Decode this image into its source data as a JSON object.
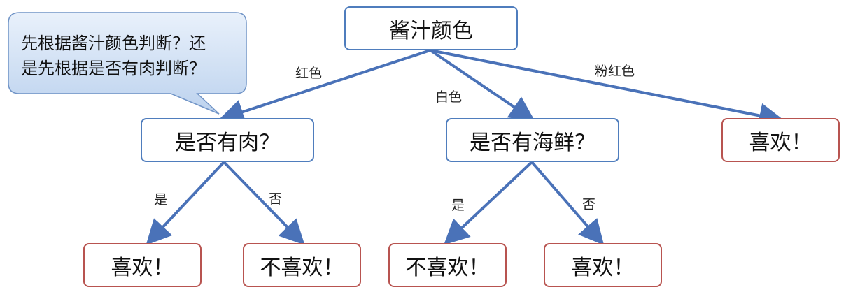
{
  "colors": {
    "decision_border": "#4f7dbd",
    "leaf_border": "#b85450",
    "edge": "#4a72b8",
    "bubble_fill_top": "#e9f1fb",
    "bubble_fill_bottom": "#bcd2ee",
    "bubble_border": "#6f93c6"
  },
  "callout": {
    "line1": "先根据酱汁颜色判断？还",
    "line2": "是先根据是否有肉判断？"
  },
  "nodes": {
    "root": "酱汁颜色",
    "meat": "是否有肉？",
    "seafood": "是否有海鲜？",
    "pink_leaf": "喜欢！",
    "meat_yes": "喜欢！",
    "meat_no": "不喜欢！",
    "seafood_yes": "不喜欢！",
    "seafood_no": "喜欢！"
  },
  "edge_labels": {
    "red": "红色",
    "white": "白色",
    "pink": "粉红色",
    "meat_yes": "是",
    "meat_no": "否",
    "seafood_yes": "是",
    "seafood_no": "否"
  }
}
